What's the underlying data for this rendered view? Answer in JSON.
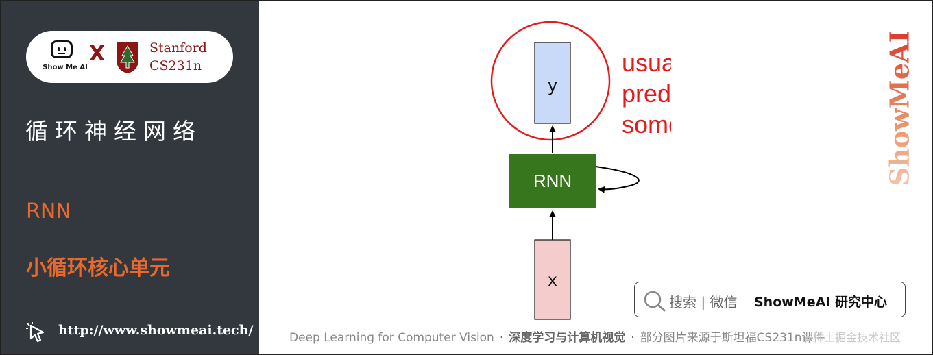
{
  "sidebar": {
    "logo": {
      "brand_text": "Show Me AI",
      "cross": "X",
      "partner_name_line1": "Stanford",
      "partner_name_line2": "CS231n"
    },
    "topic_title": "循环神经网络",
    "section_label": "RNN",
    "section_subtitle": "小循环核心单元",
    "url": "http://www.showmeai.tech/"
  },
  "diagram": {
    "nodes": {
      "output": "y",
      "core": "RNN",
      "input": "x"
    },
    "annotation": [
      "usually want to",
      "predict a vector at",
      "some time steps"
    ],
    "colors": {
      "output_fill": "#c9daf8",
      "core_fill": "#38761d",
      "input_fill": "#f4cccc",
      "annotation": "#e41b1b"
    }
  },
  "search_box": {
    "prefix": "搜索 | 微信",
    "brand": "ShowMeAI 研究中心"
  },
  "watermark": "ShowMeAI",
  "footer": {
    "course": "Deep Learning for Computer Vision",
    "separator": "·",
    "cn_title": "深度学习与计算机视觉",
    "note": "部分图片来源于斯坦福CS231n课件"
  },
  "credit_overlay": "@稀土掘金技术社区"
}
